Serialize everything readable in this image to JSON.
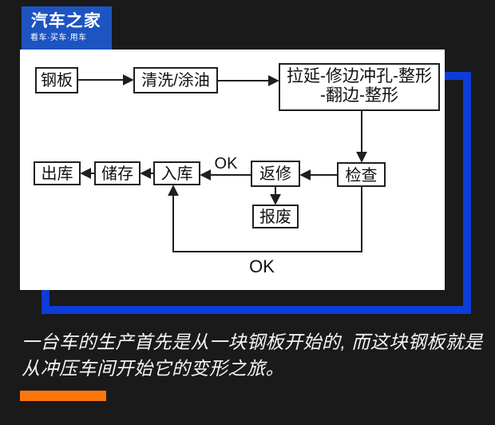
{
  "logo": {
    "title": "汽车之家",
    "subtitle": "看车·买车·用车"
  },
  "flowchart": {
    "title_implicit": "冲压车间生产流程",
    "nodes": {
      "steel": "钢板",
      "clean": "清洗/涂油",
      "press_line1": "拉延-修边冲孔-整形",
      "press_line2": "-翻边-整形",
      "outbound": "出库",
      "storage": "储存",
      "inbound": "入库",
      "rework": "返修",
      "scrap": "报废",
      "inspect": "检查"
    },
    "ok_top": "OK",
    "ok_bottom": "OK",
    "edges": [
      {
        "from": "steel",
        "to": "clean"
      },
      {
        "from": "clean",
        "to": "press"
      },
      {
        "from": "press",
        "to": "inspect"
      },
      {
        "from": "inspect",
        "to": "rework"
      },
      {
        "from": "rework",
        "to": "inbound",
        "label": "OK"
      },
      {
        "from": "rework",
        "to": "scrap"
      },
      {
        "from": "inspect",
        "to": "inbound",
        "label": "OK"
      },
      {
        "from": "inbound",
        "to": "storage"
      },
      {
        "from": "storage",
        "to": "outbound"
      }
    ]
  },
  "caption": {
    "line1": "一台车的生产首先是从一块钢板开始的, 而这块钢板就是",
    "line2": "从冲压车间开始它的变形之旅。"
  },
  "colors": {
    "background": "#1a1a1a",
    "logo_blue": "#1d54c2",
    "frame_blue": "#0c3cd9",
    "accent_orange": "#fa760b",
    "panel_white": "#ffffff"
  }
}
